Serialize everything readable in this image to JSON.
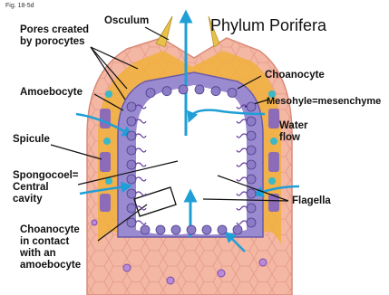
{
  "figure_ref": "Fig. 18-5d",
  "title": "Phylum Porifera",
  "labels": {
    "osculum": "Osculum",
    "pores": "Pores created\nby porocytes",
    "amoebocyte": "Amoebocyte",
    "spicule": "Spicule",
    "spongocoel": "Spongocoel=\nCentral\ncavity",
    "choanocyte_contact": "Choanocyte\nin contact\nwith an\namoebocyte",
    "choanocyte": "Choanocyte",
    "mesohyle": "Mesohyle=mesenchyme",
    "water_flow": "Water\nflow",
    "flagella": "Flagella"
  },
  "colors": {
    "outer_wall": "#f3b7a4",
    "mesohyle": "#f0b03c",
    "choanocyte": "#8c7cc6",
    "cavity": "#ffffff",
    "water_arrow": "#1f9fd6",
    "leader_line": "#111111"
  }
}
